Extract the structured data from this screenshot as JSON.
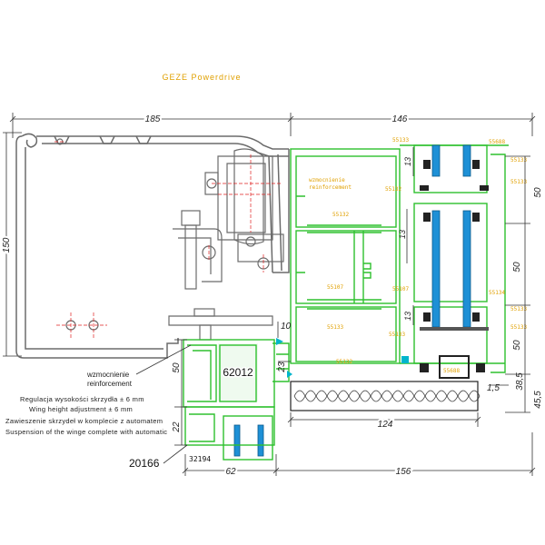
{
  "title": "GEZE Powerdrive",
  "dimensions": {
    "d185": "185",
    "d146": "146",
    "d150": "150",
    "d50_left": "50",
    "d22": "22",
    "d10": "10",
    "d23": "23",
    "d13_a": "13",
    "d13_b": "13",
    "d13_c": "13",
    "d50_r1": "50",
    "d50_r2": "50",
    "d50_r3": "50",
    "d38_5": "38,5",
    "d45_5": "45,5",
    "d1_5": "1,5",
    "d124": "124",
    "d62": "62",
    "d156": "156"
  },
  "profiles": {
    "p62012": "62012",
    "p20166": "20166",
    "p32194": "32194"
  },
  "notes": {
    "reinforcement_pl": "wzmocnienie",
    "reinforcement_en": "reinforcement",
    "line1": "Regulacja wysokości skrzydła ± 6 mm",
    "line2": "Wing height adjustment ± 6 mm",
    "line3": "Zawieszenie skrzydeł w komplecie z automatem",
    "line4": "Suspension of the winge complete with automatic"
  },
  "colors": {
    "frame": "#6b6b6b",
    "profile": "#2ec02e",
    "glass": "#1e90d6",
    "label": "#e0a000",
    "red": "#e02020"
  }
}
